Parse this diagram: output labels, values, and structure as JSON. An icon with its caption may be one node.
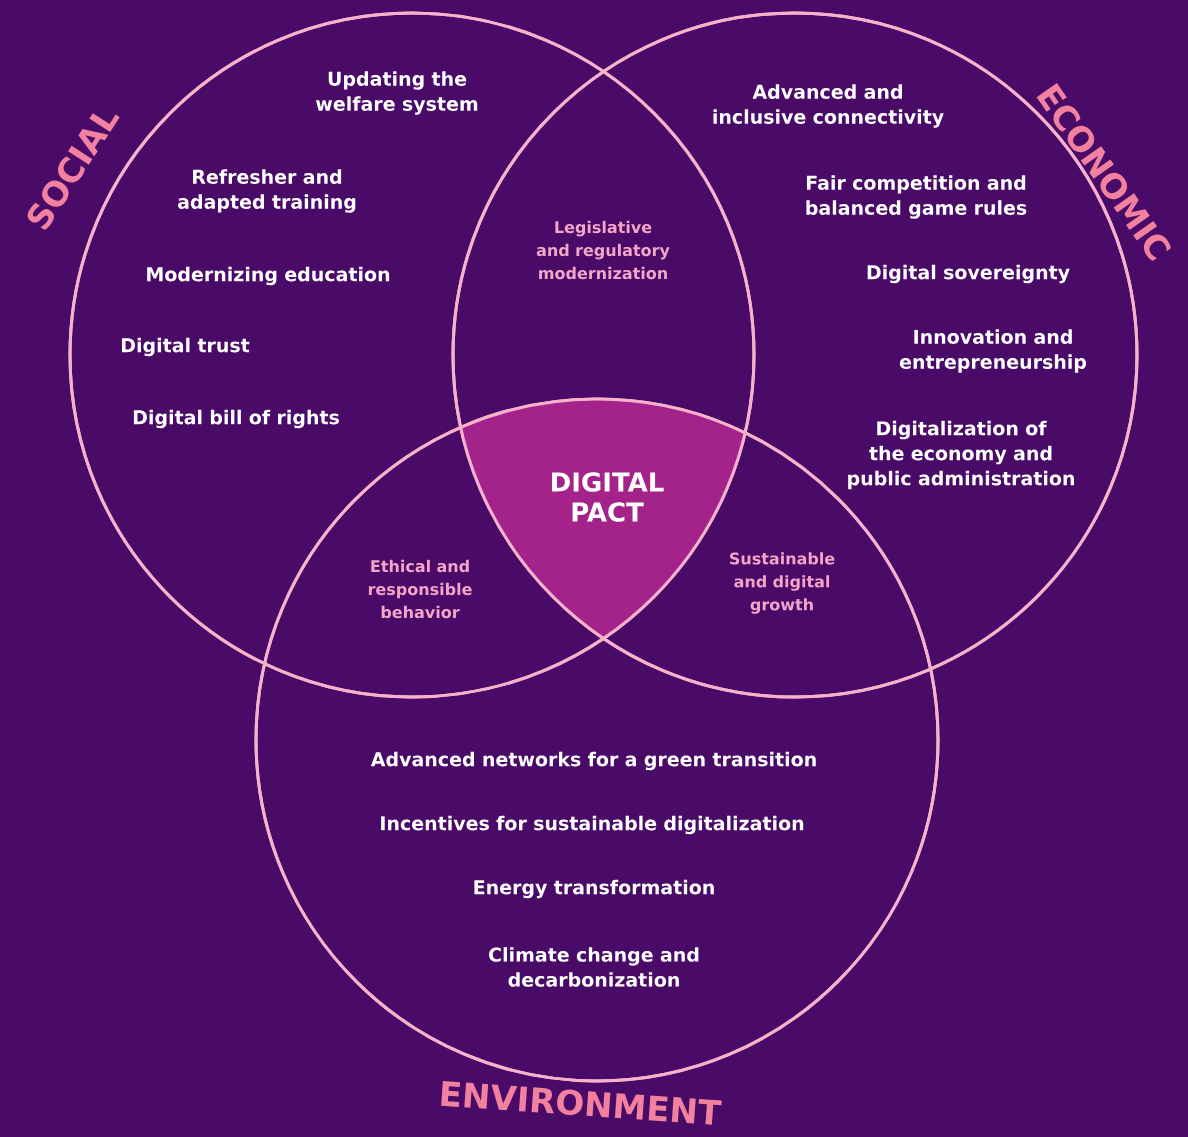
{
  "diagram": {
    "nodes": [
      {
        "text": [
          "SOCIAL",
          "Updating the welfare system",
          "Refresher and adapted training",
          "Modernizing education",
          "Digital trust",
          "Digital bill of rights"
        ]
      },
      {
        "text": [
          "ECONOMIC",
          "Advanced and inclusive connectivity",
          "Fair competition and balanced game rules",
          "Digital sovereignty",
          "Innovation and entrepreneurship",
          "Digitalization of the economy and public administration"
        ]
      },
      {
        "text": [
          "ENVIRONMENT",
          "Advanced networks for a green transition",
          "Incentives for sustainable digitalization",
          "Energy transformation",
          "Climate change and decarbonization"
        ]
      },
      {
        "text": [
          "Legislative and regulatory modernization"
        ]
      },
      {
        "text": [
          "DIGITAL PACT"
        ]
      },
      {
        "text": [
          "Ethical and responsible behavior"
        ]
      },
      {
        "text": [
          "Sustainable and digital growth"
        ]
      }
    ]
  }
}
